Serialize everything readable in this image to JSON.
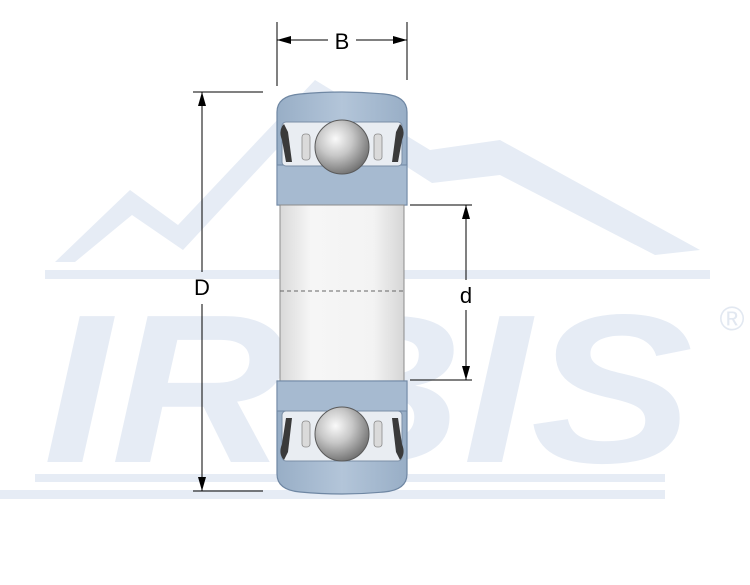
{
  "watermark": {
    "brand": "IRBIS",
    "registered_mark": "®",
    "color": "#e6ecf5"
  },
  "dimensions": {
    "width_label": "B",
    "outer_diameter_label": "D",
    "inner_diameter_label": "d"
  },
  "colors": {
    "ring": "#a9bdd3",
    "ring_stroke": "#6f87a3",
    "bore": "#f0f0f0",
    "ball": "#bdbdbd",
    "line": "#000000"
  }
}
